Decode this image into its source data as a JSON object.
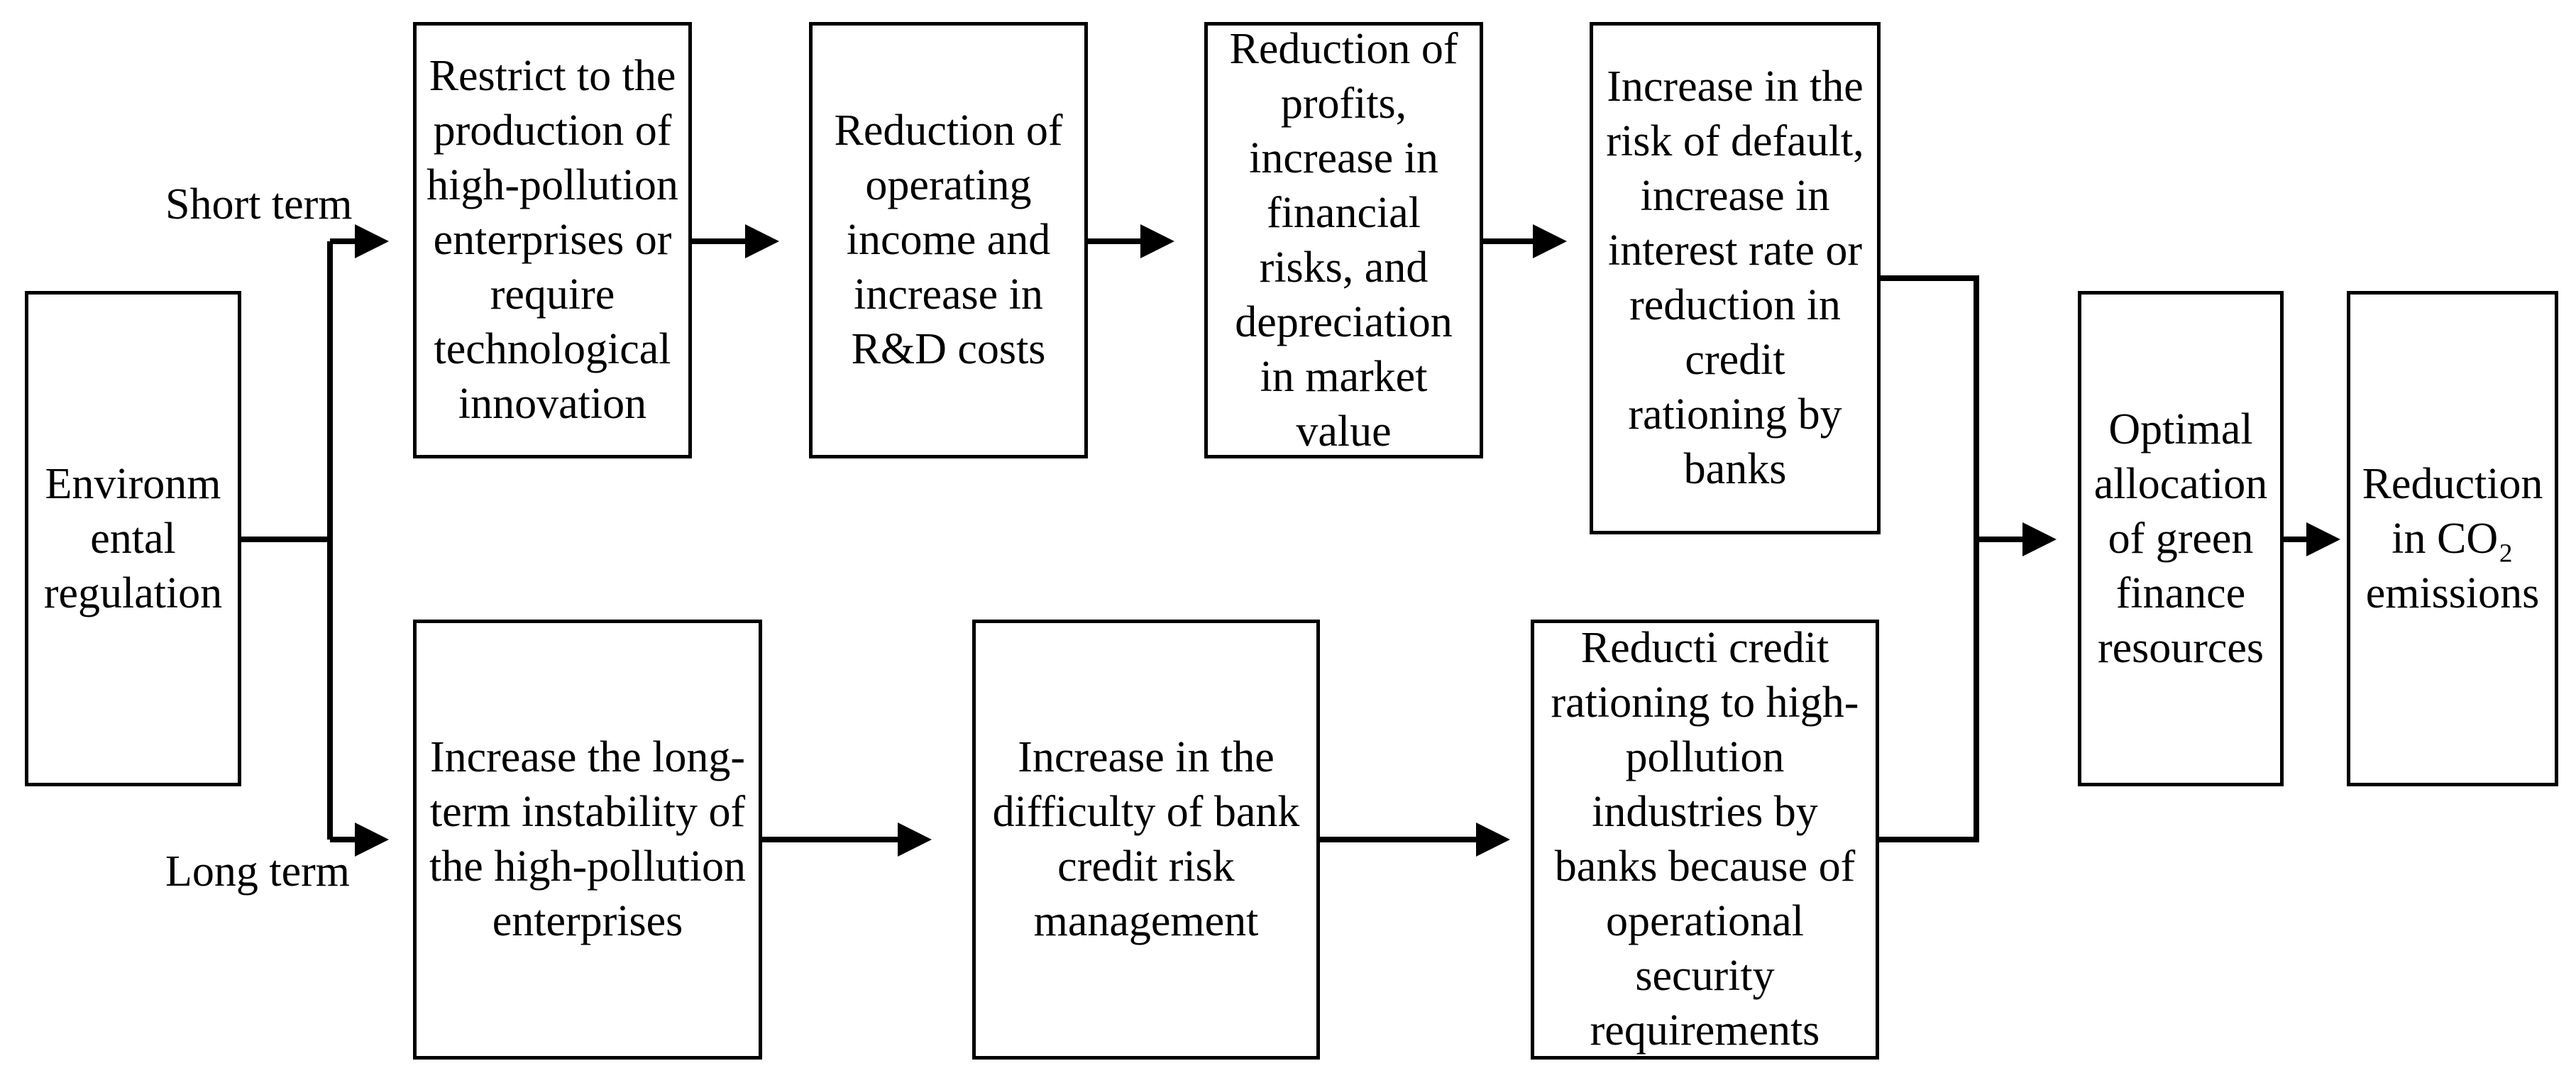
{
  "labels": {
    "short_term": "Short term",
    "long_term": "Long term"
  },
  "boxes": {
    "env_regulation": "Environm\nental\nregulation",
    "restrict_production": "Restrict to the\nproduction of\nhigh-pollution\nenterprises or\nrequire\ntechnological\ninnovation",
    "reduce_income": "Reduction of\noperating\nincome and\nincrease in\nR&D costs",
    "reduce_profits": "Reduction of\nprofits,\nincrease in\nfinancial\nrisks, and\ndepreciation\nin market\nvalue",
    "default_risk": "Increase in the\nrisk of default,\nincrease in\ninterest rate or\nreduction in\ncredit\nrationing by\nbanks",
    "long_instability": "Increase the long-\nterm instability of\nthe high-pollution\nenterprises",
    "credit_risk_mgmt": "Increase in the\ndifficulty of bank\ncredit risk\nmanagement",
    "reduce_credit": "Reducti credit\nrationing to high-\npollution\nindustries by\nbanks because of\noperational\nsecurity\nrequirements",
    "optimal_allocation": "Optimal\nallocation\nof green\nfinance\nresources",
    "co2_reduction": "Reduction\nin CO₂\nemissions"
  },
  "colors": {
    "stroke": "#000000",
    "background": "#ffffff"
  }
}
